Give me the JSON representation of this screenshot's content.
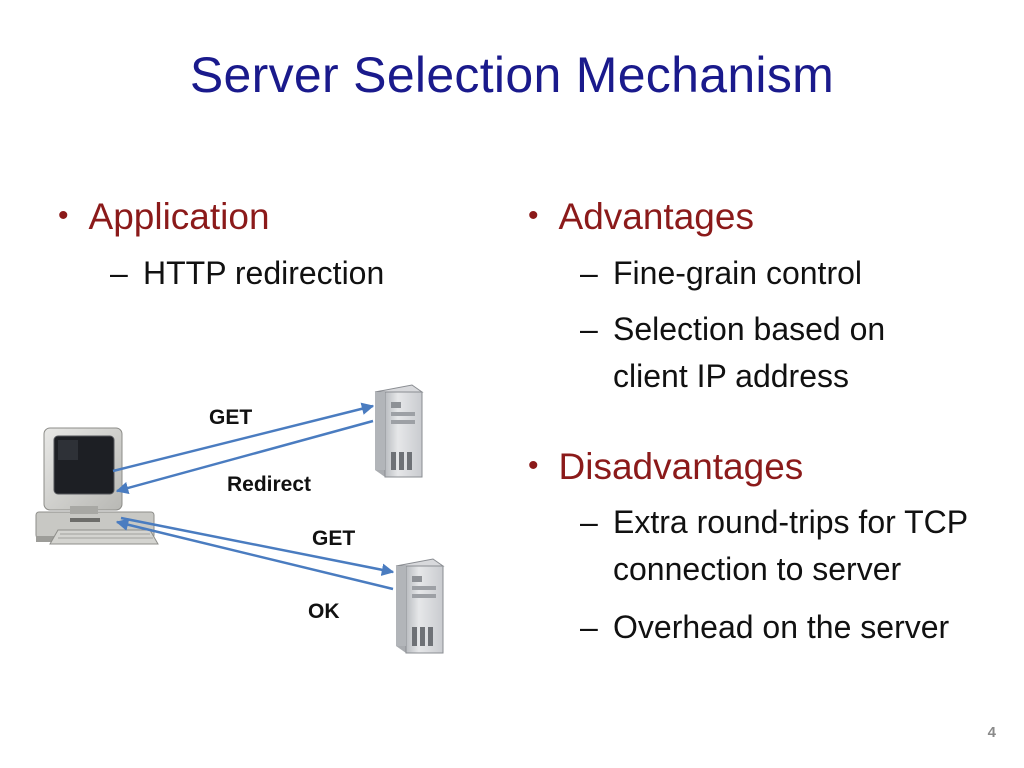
{
  "slide": {
    "title": "Server Selection Mechanism",
    "page_number": "4"
  },
  "left": {
    "bullet": "Application",
    "subs": [
      "HTTP redirection"
    ]
  },
  "right": {
    "advantages": {
      "bullet": "Advantages",
      "subs": [
        "Fine-grain control",
        "Selection based on client IP address"
      ]
    },
    "disadvantages": {
      "bullet": "Disadvantages",
      "subs": [
        "Extra round-trips for TCP connection to server",
        "Overhead on the server"
      ]
    }
  },
  "diagram": {
    "labels": {
      "get1": "GET",
      "redirect": "Redirect",
      "get2": "GET",
      "ok": "OK"
    },
    "colors": {
      "arrow": "#4a7cc0"
    }
  }
}
